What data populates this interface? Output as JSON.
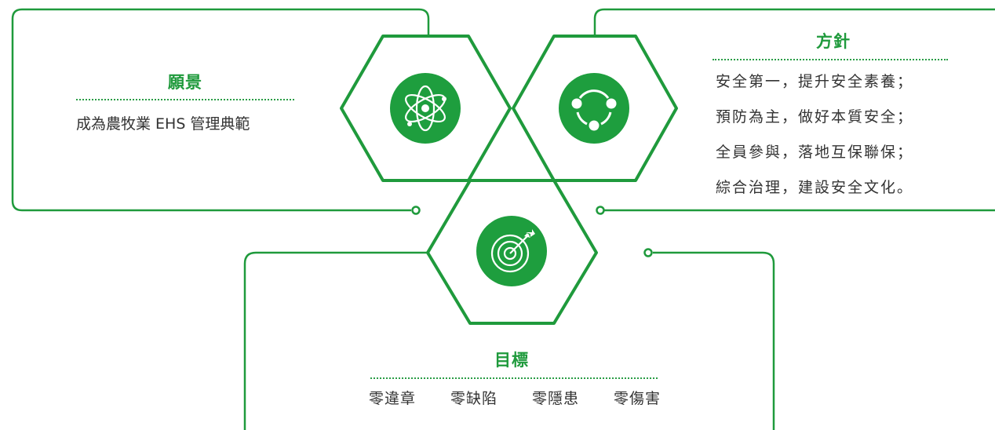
{
  "vision": {
    "title": "願景",
    "text": "成為農牧業 EHS 管理典範",
    "icon": "atom-icon"
  },
  "mission": {
    "title": "方針",
    "lines": [
      "安全第一，提升安全素養；",
      "預防為主，做好本質安全；",
      "全員參與，落地互保聯保；",
      "綜合治理，建設安全文化。"
    ],
    "icon": "connected-nodes-icon"
  },
  "goal": {
    "title": "目標",
    "items": [
      "零違章",
      "零缺陷",
      "零隱患",
      "零傷害"
    ],
    "icon": "target-arrow-icon"
  },
  "colors": {
    "accent": "#1f9a3c",
    "icon_fill": "#1e9e3e",
    "text": "#333333"
  }
}
